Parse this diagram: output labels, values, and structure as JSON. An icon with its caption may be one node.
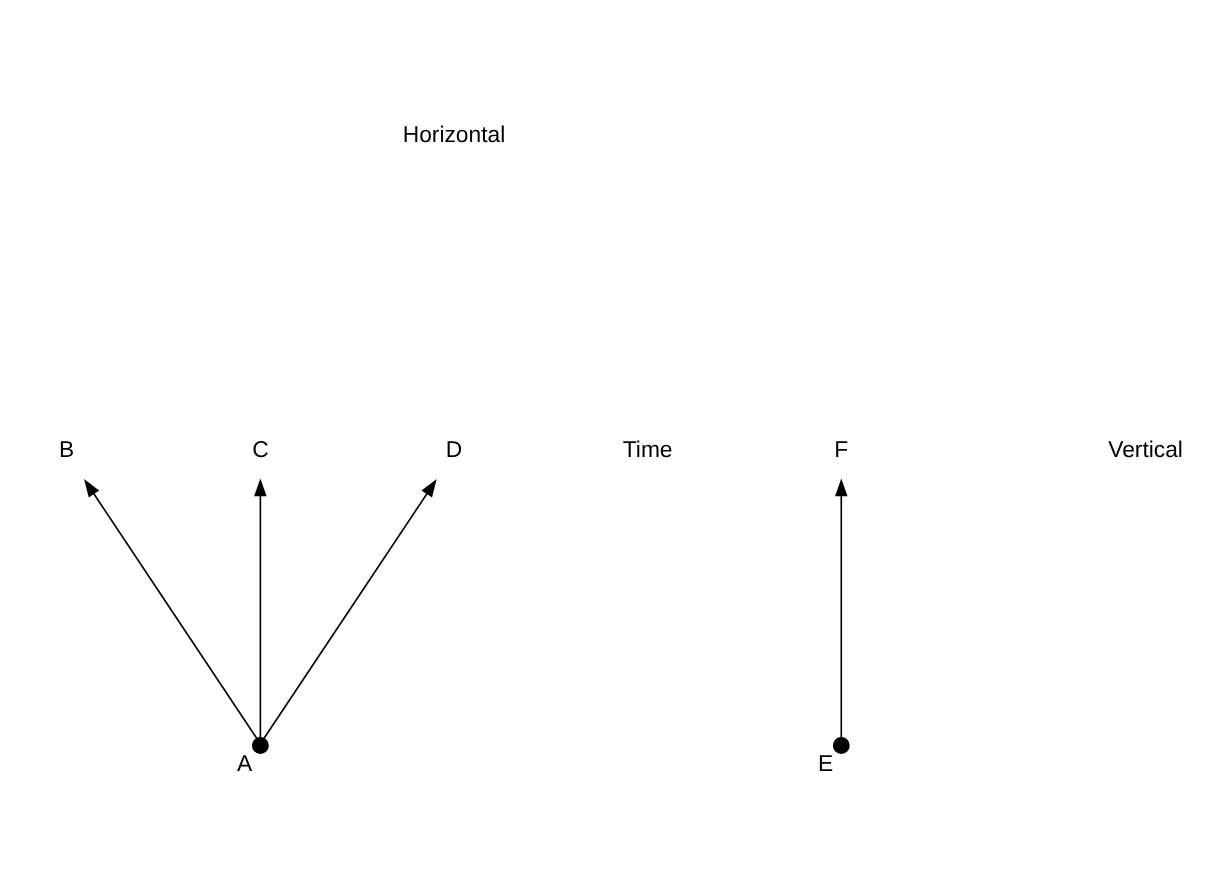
{
  "diagram": {
    "nodes": [
      {
        "text": [
          "B"
        ]
      },
      {
        "text": [
          "C"
        ]
      },
      {
        "text": [
          "D"
        ]
      },
      {
        "text": [
          "F"
        ]
      },
      {
        "text": [
          "A"
        ]
      },
      {
        "text": [
          "E"
        ]
      }
    ],
    "edges": [
      {
        "from": 4,
        "to": 0,
        "arrow": "to"
      },
      {
        "from": 4,
        "to": 1,
        "arrow": "to"
      },
      {
        "from": 4,
        "to": 2,
        "arrow": "to"
      },
      {
        "from": 5,
        "to": 3,
        "arrow": "to"
      }
    ],
    "labels": [
      "Horizontal",
      "Time",
      "Vertical"
    ]
  }
}
